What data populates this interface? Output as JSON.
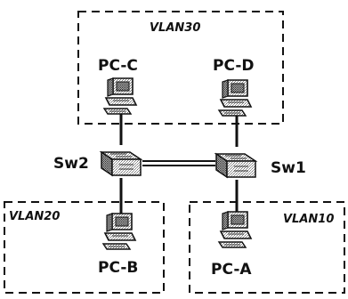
{
  "vlans": {
    "vlan30": {
      "label": "VLAN30"
    },
    "vlan20": {
      "label": "VLAN20"
    },
    "vlan10": {
      "label": "VLAN10"
    }
  },
  "switches": {
    "sw1": {
      "label": "Sw1",
      "icon": "switch-icon"
    },
    "sw2": {
      "label": "Sw2",
      "icon": "switch-icon"
    }
  },
  "pcs": {
    "pc_a": {
      "label": "PC-A",
      "icon": "computer-icon"
    },
    "pc_b": {
      "label": "PC-B",
      "icon": "computer-icon"
    },
    "pc_c": {
      "label": "PC-C",
      "icon": "computer-icon"
    },
    "pc_d": {
      "label": "PC-D",
      "icon": "computer-icon"
    }
  }
}
